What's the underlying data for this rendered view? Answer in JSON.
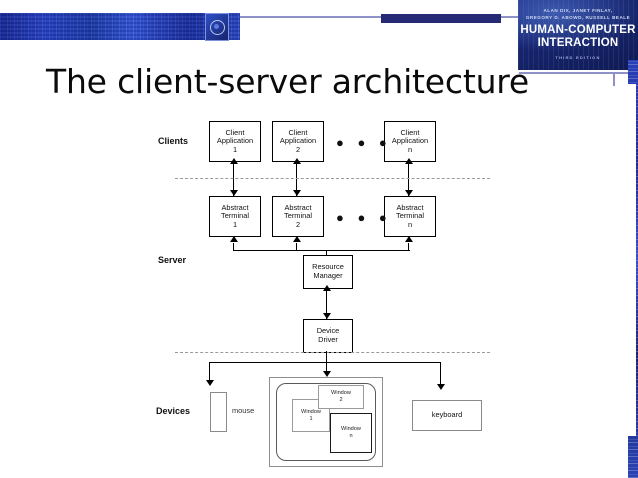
{
  "slide": {
    "title": "The client-server architecture",
    "book_cover": {
      "authors": "ALAN DIX, JANET FINLAY,\nGREGORY D. ABOWD, RUSSELL BEALE",
      "authors_line1": "ALAN DIX, JANET FINLAY,",
      "authors_line2": "GREGORY D. ABOWD, RUSSELL BEALE",
      "title_line1": "HUMAN-COMPUTER",
      "title_line2": "INTERACTION",
      "edition": "THIRD EDITION"
    }
  },
  "colors": {
    "brand_blue": "#1e2f86",
    "rule_lavender": "#8f92c8",
    "navbar_navy": "#262a74",
    "diagram_line": "#000000",
    "dash_gray": "#9a9a9a"
  },
  "diagram": {
    "tier_labels": {
      "clients": "Clients",
      "server": "Server",
      "devices": "Devices"
    },
    "clients": [
      {
        "line1": "Client",
        "line2": "Application",
        "line3": "1"
      },
      {
        "line1": "Client",
        "line2": "Application",
        "line3": "2"
      },
      {
        "line1": "Client",
        "line2": "Application",
        "line3": "n"
      }
    ],
    "terminals": [
      {
        "line1": "Abstract",
        "line2": "Terminal",
        "line3": "1"
      },
      {
        "line1": "Abstract",
        "line2": "Terminal",
        "line3": "2"
      },
      {
        "line1": "Abstract",
        "line2": "Terminal",
        "line3": "n"
      }
    ],
    "ellipsis": "●  ●  ●",
    "resource_manager": {
      "line1": "Resource",
      "line2": "Manager"
    },
    "device_driver": {
      "line1": "Device",
      "line2": "Driver"
    },
    "devices": {
      "mouse_label": "mouse",
      "keyboard_label": "keyboard",
      "windows": [
        {
          "line1": "Window",
          "line2": "1"
        },
        {
          "line1": "Window",
          "line2": "2"
        },
        {
          "line1": "Window",
          "line2": "n"
        }
      ]
    }
  }
}
